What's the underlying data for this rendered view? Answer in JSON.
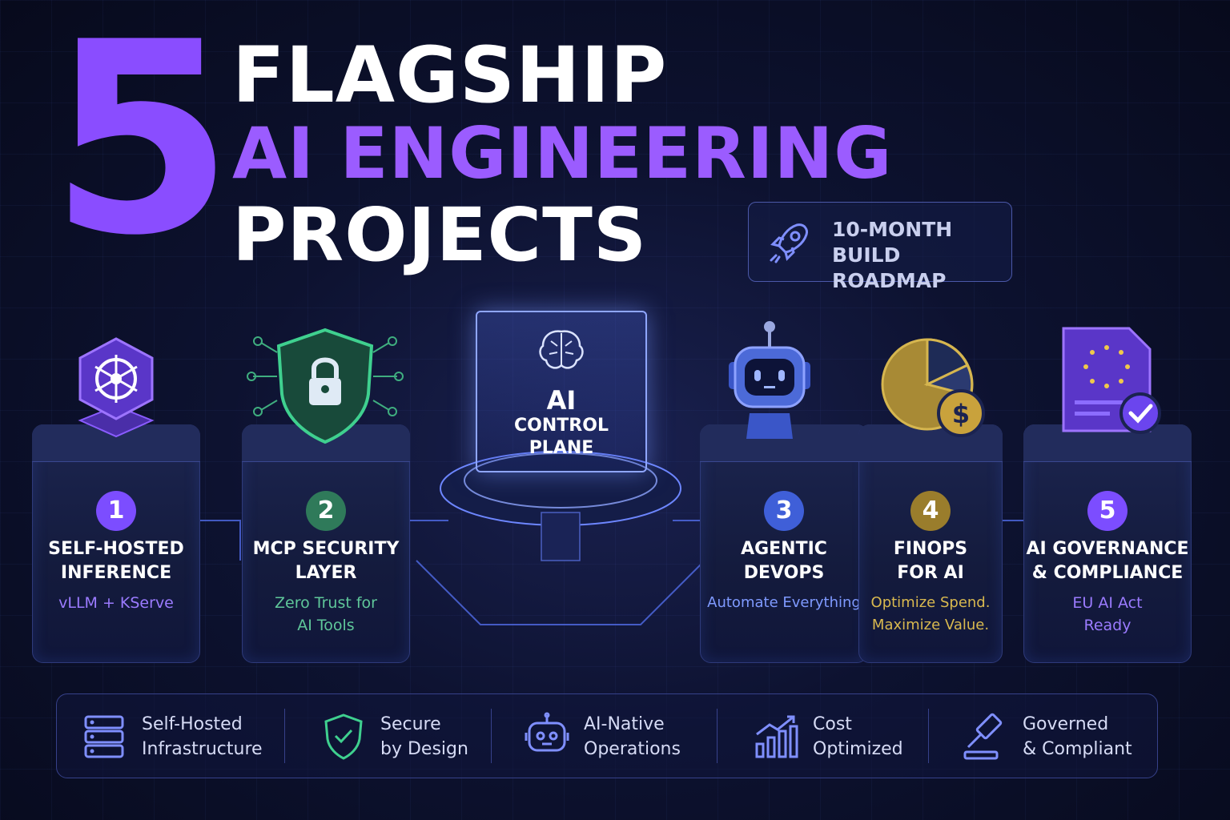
{
  "header": {
    "number": "5",
    "line1": "FLAGSHIP",
    "line2": "AI ENGINEERING",
    "line3": "PROJECTS"
  },
  "badge": {
    "icon": "rocket-icon",
    "line1": "10-MONTH BUILD",
    "line2": "ROADMAP"
  },
  "center": {
    "icon": "brain-icon",
    "line1": "AI",
    "line2": "CONTROL",
    "line3": "PLANE"
  },
  "projects": [
    {
      "number": "1",
      "title1": "SELF-HOSTED",
      "title2": "INFERENCE",
      "sub1": "vLLM + KServe",
      "sub2": "",
      "icon": "kubernetes-icon",
      "accent": "#7c4dff",
      "sub_color": "#9b7bff"
    },
    {
      "number": "2",
      "title1": "MCP SECURITY",
      "title2": "LAYER",
      "sub1": "Zero Trust for",
      "sub2": "AI Tools",
      "icon": "shield-lock-icon",
      "accent": "#2f7a5a",
      "sub_color": "#5fc79a"
    },
    {
      "number": "3",
      "title1": "AGENTIC",
      "title2": "DEVOPS",
      "sub1": "Automate Everything",
      "sub2": "",
      "icon": "robot-icon",
      "accent": "#3f5fd8",
      "sub_color": "#7f9aff"
    },
    {
      "number": "4",
      "title1": "FINOPS",
      "title2": "FOR AI",
      "sub1": "Optimize Spend.",
      "sub2": "Maximize Value.",
      "icon": "pie-chart-dollar-icon",
      "accent": "#9a7d2c",
      "sub_color": "#d9b94f"
    },
    {
      "number": "5",
      "title1": "AI GOVERNANCE",
      "title2": "& COMPLIANCE",
      "sub1": "EU AI Act",
      "sub2": "Ready",
      "icon": "eu-document-check-icon",
      "accent": "#7c4dff",
      "sub_color": "#9b7bff"
    }
  ],
  "features": [
    {
      "line1": "Self-Hosted",
      "line2": "Infrastructure",
      "icon": "server-icon"
    },
    {
      "line1": "Secure",
      "line2": "by Design",
      "icon": "shield-check-icon"
    },
    {
      "line1": "AI-Native",
      "line2": "Operations",
      "icon": "robot-icon"
    },
    {
      "line1": "Cost",
      "line2": "Optimized",
      "icon": "growth-chart-icon"
    },
    {
      "line1": "Governed",
      "line2": "& Compliant",
      "icon": "gavel-icon"
    }
  ]
}
